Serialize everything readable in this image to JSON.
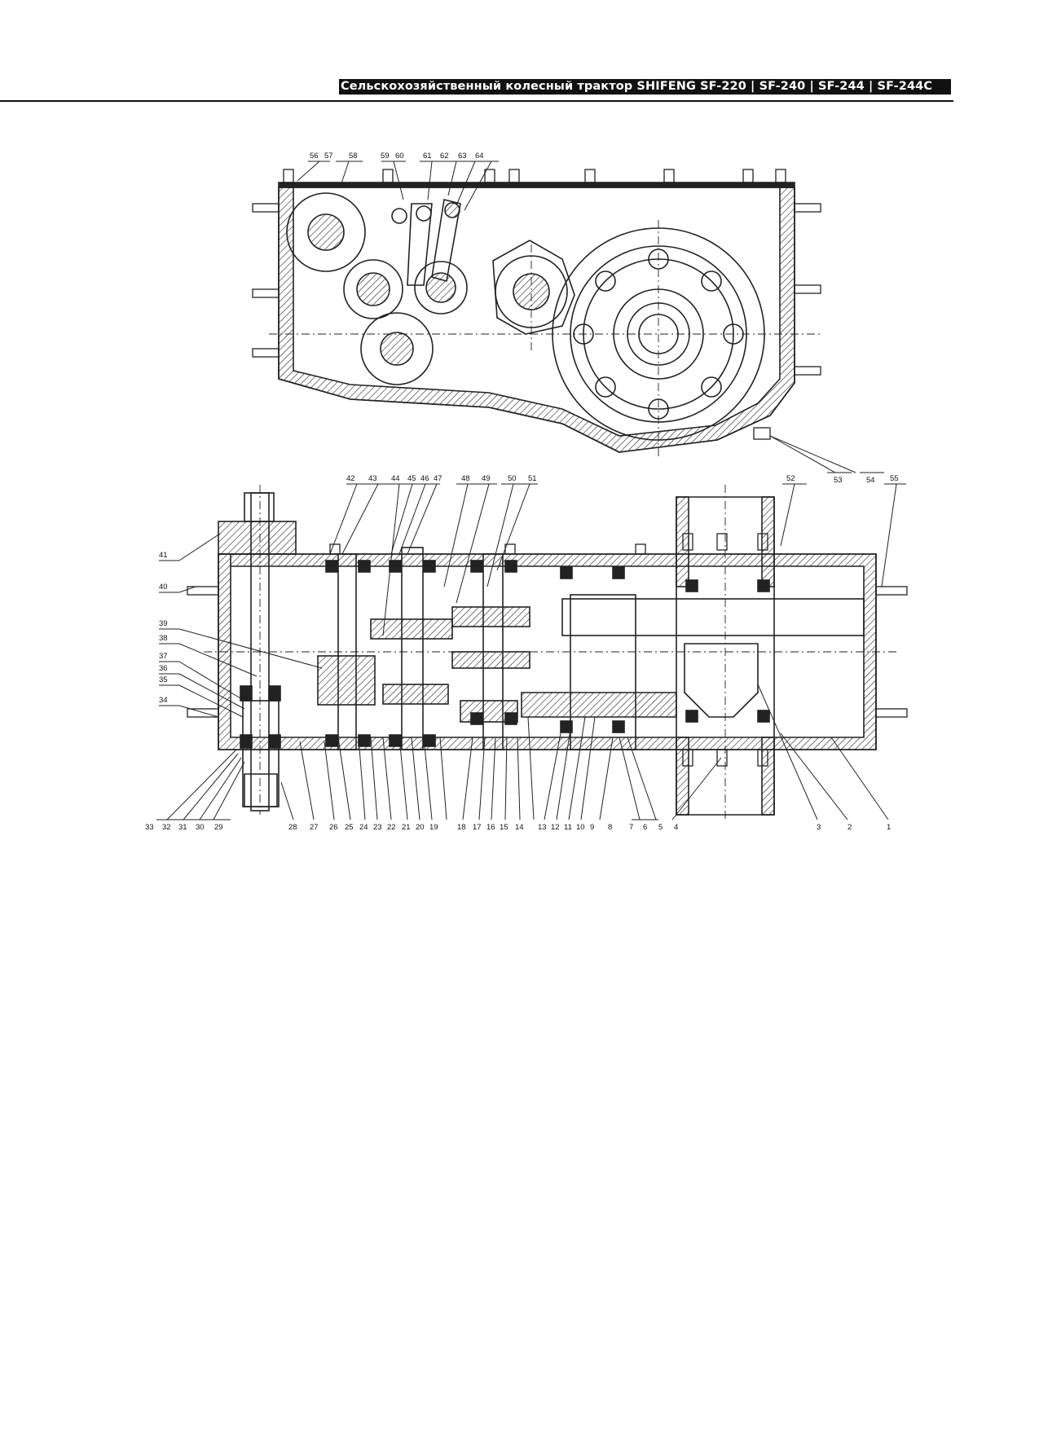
{
  "header": {
    "title": "Сельскохозяйственный колесный трактор SHIFENG SF-220 | SF-240 | SF-244 | SF-244C"
  },
  "figure": {
    "top_view_callouts": [
      "56",
      "57",
      "58",
      "59",
      "60",
      "61",
      "62",
      "63",
      "64",
      "53",
      "54"
    ],
    "section_view_callouts": [
      "42",
      "43",
      "44",
      "45",
      "46",
      "47",
      "48",
      "49",
      "50",
      "51",
      "52",
      "55",
      "41",
      "40",
      "39",
      "38",
      "37",
      "36",
      "35",
      "34",
      "33",
      "32",
      "31",
      "30",
      "29",
      "28",
      "27",
      "26",
      "25",
      "24",
      "23",
      "22",
      "21",
      "20",
      "19",
      "18",
      "17",
      "16",
      "15",
      "14",
      "13",
      "12",
      "11",
      "10",
      "9",
      "8",
      "7",
      "6",
      "5",
      "4",
      "3",
      "2",
      "1"
    ]
  }
}
